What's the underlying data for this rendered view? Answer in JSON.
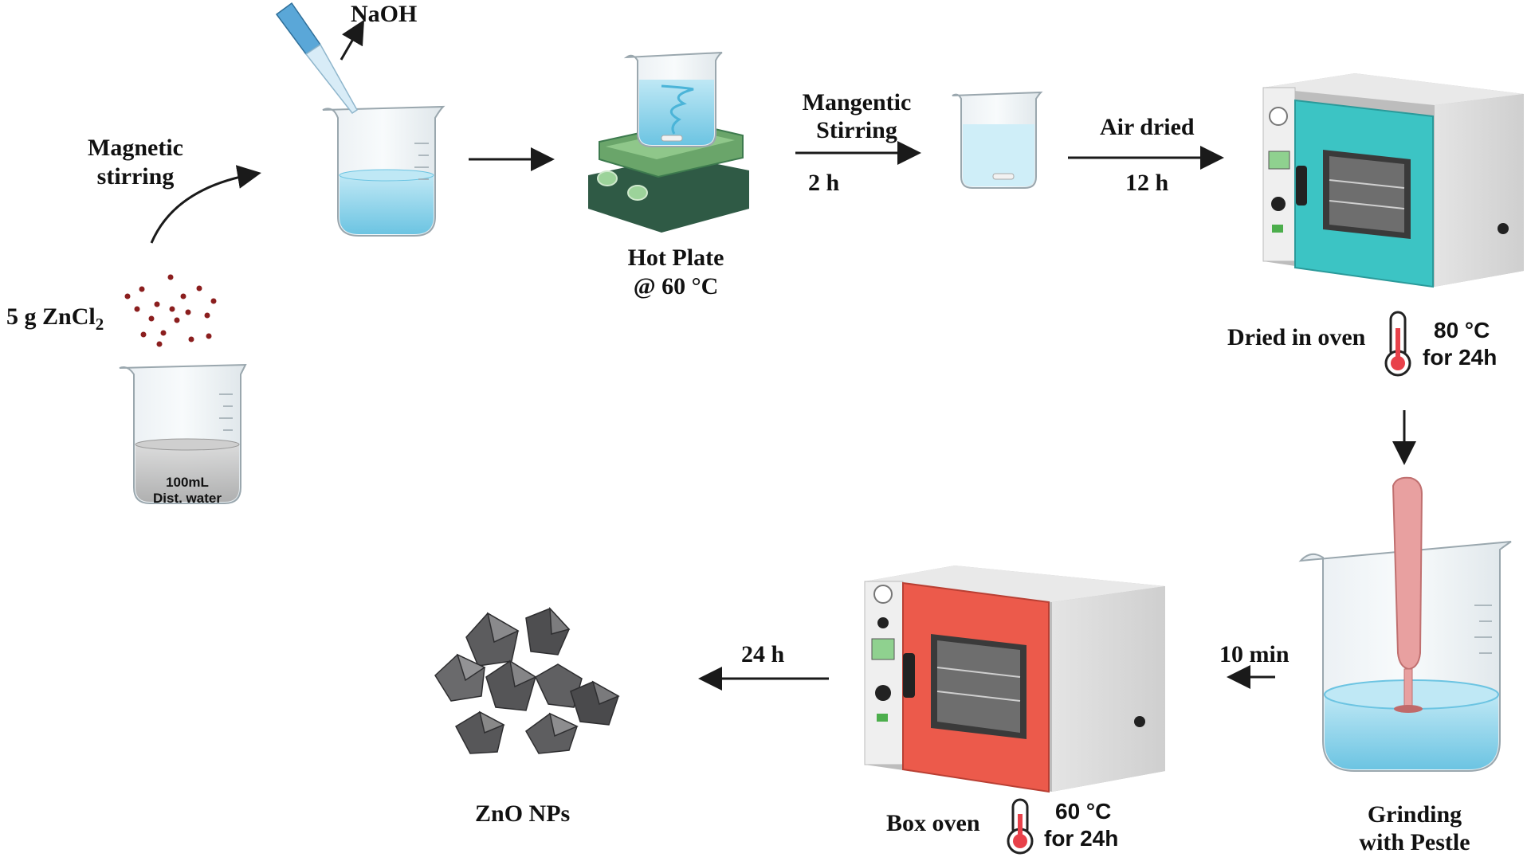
{
  "labels": {
    "naoh": "NaOH",
    "magnetic_stirring_1": "Magnetic",
    "magnetic_stirring_2": "stirring",
    "zncl2_prefix": "5 g ZnCl",
    "zncl2_sub": "2",
    "beaker_volume": "100mL",
    "beaker_content": "Dist. water",
    "hot_plate_1": "Hot Plate",
    "hot_plate_2": "@ 60 °C",
    "mangentic_1": "Mangentic",
    "mangentic_2": "Stirring",
    "time_2h": "2 h",
    "air_dried": "Air dried",
    "time_12h": "12 h",
    "dried_in_oven": "Dried in oven",
    "oven_temp_1": "80 °C",
    "oven_temp_2": "for 24h",
    "time_10min": "10 min",
    "grinding_1": "Grinding",
    "grinding_2": "with Pestle",
    "time_24h": "24 h",
    "box_oven": "Box oven",
    "box_temp_1": "60 °C",
    "box_temp_2": "for 24h",
    "zno": "ZnO NPs"
  },
  "colors": {
    "water": "#8fd3ea",
    "water_dark": "#4bb4d8",
    "oven_door_teal": "#3cc4c4",
    "oven_door_red": "#ec5a4b",
    "hotplate_green": "#6aa56a",
    "hotplate_dark": "#2f5a45",
    "particle": "#8b1e1e",
    "pestle": "#e8a0a0",
    "crystal": "#5c5c5e",
    "arrow": "#1a1a1a"
  }
}
